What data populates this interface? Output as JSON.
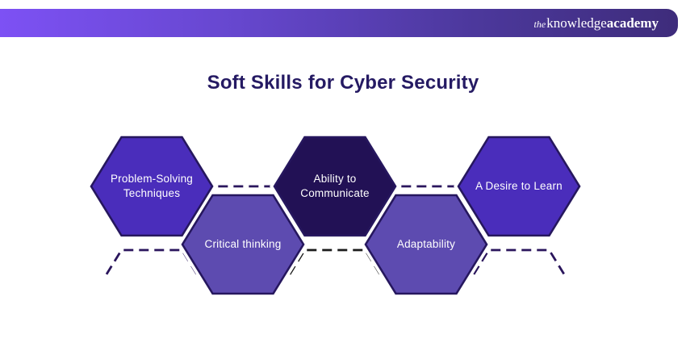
{
  "header": {
    "logo": {
      "the": "the",
      "knowledge": "knowledge",
      "academy": "academy"
    },
    "gradient_left": "#7D51F4",
    "gradient_right": "#3E2C7B"
  },
  "title": {
    "text": "Soft Skills for Cyber Security",
    "color": "#251A63"
  },
  "skills": [
    {
      "label": "Problem-Solving Techniques",
      "fill": "#4A2DBB"
    },
    {
      "label": "Critical thinking",
      "fill": "#5D4BB0"
    },
    {
      "label": "Ability to Communicate",
      "fill": "#221155"
    },
    {
      "label": "Adaptability",
      "fill": "#5D4BB0"
    },
    {
      "label": "A Desire to Learn",
      "fill": "#4A2DBB"
    }
  ],
  "decor": {
    "hex_outline_color": "#26175E",
    "dashes": [
      {
        "position": "below-left",
        "color": "#2A155C"
      },
      {
        "position": "above-center-left",
        "color": "#2A155C"
      },
      {
        "position": "below-center",
        "color": "#1B1B1B"
      },
      {
        "position": "above-center-right",
        "color": "#2A155C"
      },
      {
        "position": "below-right",
        "color": "#2A155C"
      }
    ]
  }
}
